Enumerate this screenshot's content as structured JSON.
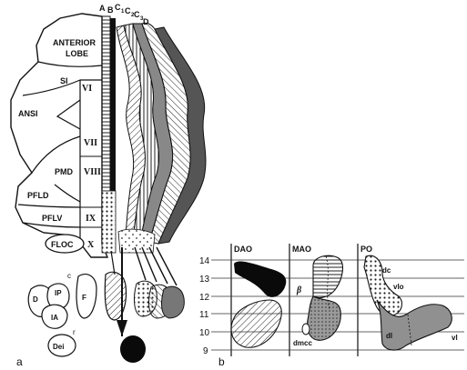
{
  "panel_a": {
    "letter": "a",
    "zone_labels": {
      "A": "A",
      "B": "B",
      "C1": "C",
      "C1_sub": "1",
      "C2": "C",
      "C2_sub": "2",
      "C3": "C",
      "C3_sub": "3",
      "D": "D"
    },
    "lobules": [
      "VI",
      "VII",
      "VIII",
      "IX",
      "X"
    ],
    "regions": {
      "anterior_line1": "ANTERIOR",
      "anterior_line2": "LOBE",
      "si": "SI",
      "ansi": "ANSI",
      "pmd": "PMD",
      "pfld": "PFLD",
      "pflv": "PFLV",
      "floc": "FLOC"
    },
    "nuclei": {
      "d": "D",
      "ip": "IP",
      "ia": "IA",
      "f": "F",
      "c": "c",
      "r": "r",
      "dei": "Dei"
    }
  },
  "panel_b": {
    "letter": "b",
    "headers": {
      "dao": "DAO",
      "mao": "MAO",
      "po": "PO"
    },
    "y_ticks": [
      "14",
      "13",
      "12",
      "11",
      "10",
      "9"
    ],
    "labels": {
      "beta": "β",
      "dmcc": "dmcc",
      "dc": "dc",
      "vlo": "vlo",
      "dl": "dl",
      "vl": "vl"
    }
  }
}
